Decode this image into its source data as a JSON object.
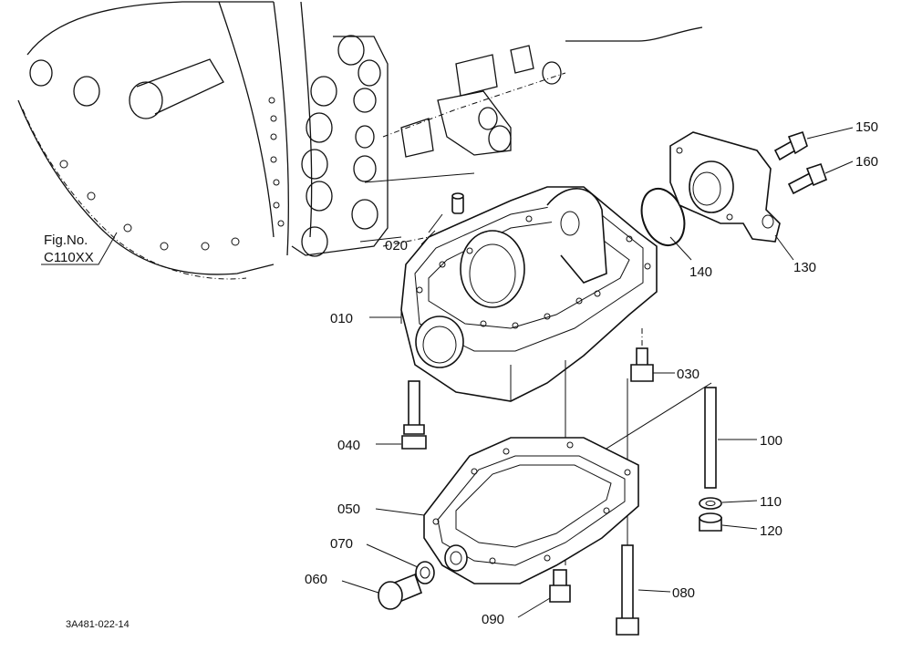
{
  "figure_ref": {
    "line1": "Fig.No.",
    "line2": "C110XX"
  },
  "drawing_number": "3A481-022-14",
  "callouts": [
    {
      "id": "c150",
      "text": "150"
    },
    {
      "id": "c160",
      "text": "160"
    },
    {
      "id": "c020",
      "text": "020"
    },
    {
      "id": "c140",
      "text": "140"
    },
    {
      "id": "c130",
      "text": "130"
    },
    {
      "id": "c010",
      "text": "010"
    },
    {
      "id": "c030",
      "text": "030"
    },
    {
      "id": "c100",
      "text": "100"
    },
    {
      "id": "c040",
      "text": "040"
    },
    {
      "id": "c110",
      "text": "110"
    },
    {
      "id": "c050",
      "text": "050"
    },
    {
      "id": "c120",
      "text": "120"
    },
    {
      "id": "c070",
      "text": "070"
    },
    {
      "id": "c060",
      "text": "060"
    },
    {
      "id": "c080",
      "text": "080"
    },
    {
      "id": "c090",
      "text": "090"
    }
  ]
}
